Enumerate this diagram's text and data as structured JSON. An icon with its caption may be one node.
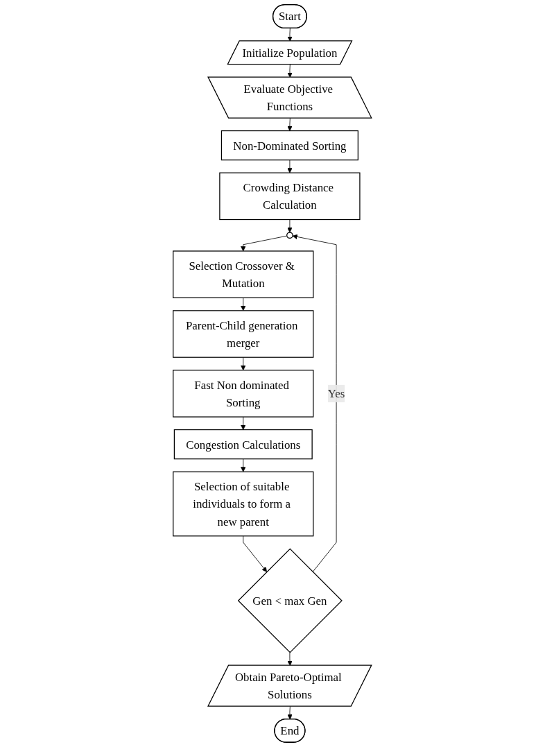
{
  "diagram": {
    "nodes": [
      {
        "text": [
          "Start"
        ]
      },
      {
        "text": [
          "Initialize Population"
        ]
      },
      {
        "text": [
          "Evaluate Objective Functions"
        ]
      },
      {
        "text": [
          "Non-Dominated Sorting"
        ]
      },
      {
        "text": [
          "Crowding Distance Calculation"
        ]
      },
      {
        "text": [],
        "shape": "circle"
      },
      {
        "text": [
          "Selection Crossover & Mutation"
        ]
      },
      {
        "text": [
          "Parent-Child generation merger"
        ]
      },
      {
        "text": [
          "Fast Non dominated Sorting"
        ]
      },
      {
        "text": [
          "Congestion Calculations"
        ]
      },
      {
        "text": [
          "Selection of suitable individuals to form a new parent"
        ]
      },
      {
        "text": [
          "Gen < max Gen"
        ]
      },
      {
        "text": [
          "Obtain Pareto-Optimal Solutions"
        ]
      },
      {
        "text": [
          "End"
        ]
      }
    ],
    "edges": [
      {
        "from": 0,
        "to": 1,
        "arrow": "to"
      },
      {
        "from": 1,
        "to": 2,
        "arrow": "to"
      },
      {
        "from": 2,
        "to": 3,
        "arrow": "to"
      },
      {
        "from": 3,
        "to": 4,
        "arrow": "to"
      },
      {
        "from": 4,
        "to": 5,
        "arrow": "to"
      },
      {
        "from": 5,
        "to": 6,
        "arrow": "to"
      },
      {
        "from": 6,
        "to": 7,
        "arrow": "to"
      },
      {
        "from": 7,
        "to": 8,
        "arrow": "to"
      },
      {
        "from": 8,
        "to": 9,
        "arrow": "to"
      },
      {
        "from": 9,
        "to": 10,
        "arrow": "to"
      },
      {
        "from": 10,
        "to": 11,
        "arrow": "to"
      },
      {
        "from": 11,
        "to": 12,
        "arrow": "to"
      },
      {
        "from": 12,
        "to": 13,
        "arrow": "to"
      },
      {
        "from": 11,
        "to": 5,
        "label": "Yes",
        "arrow": "to"
      }
    ]
  }
}
